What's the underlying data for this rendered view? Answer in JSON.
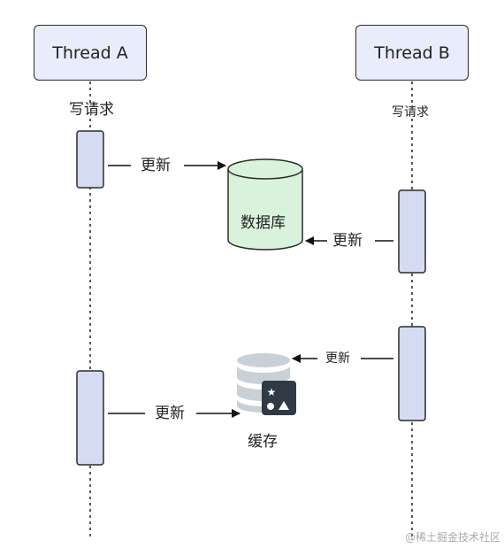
{
  "threads": [
    {
      "name": "Thread A",
      "request_label": "写请求"
    },
    {
      "name": "Thread B",
      "request_label": "写请求"
    }
  ],
  "arrows": {
    "a_to_db": "更新",
    "b_to_db": "更新",
    "b_to_cache": "更新",
    "a_to_cache": "更新"
  },
  "database": {
    "label": "数据库"
  },
  "cache": {
    "label": "缓存"
  },
  "watermark": "@稀土掘金技术社区",
  "colors": {
    "thread_fill": "#e9ecfa",
    "activation_fill": "#d6dbf4",
    "db_fill": "#d9f2dc",
    "cache_gray": "#c9d0d6",
    "cache_dark": "#2f3a45"
  }
}
